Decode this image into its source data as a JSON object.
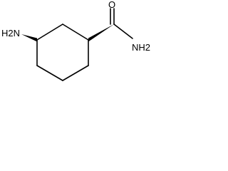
{
  "molecule": {
    "labels": {
      "amine": "H2N",
      "oxygen": "O",
      "amide": "NH2"
    },
    "colors": {
      "ink": "#000000",
      "background": "#ffffff"
    }
  }
}
